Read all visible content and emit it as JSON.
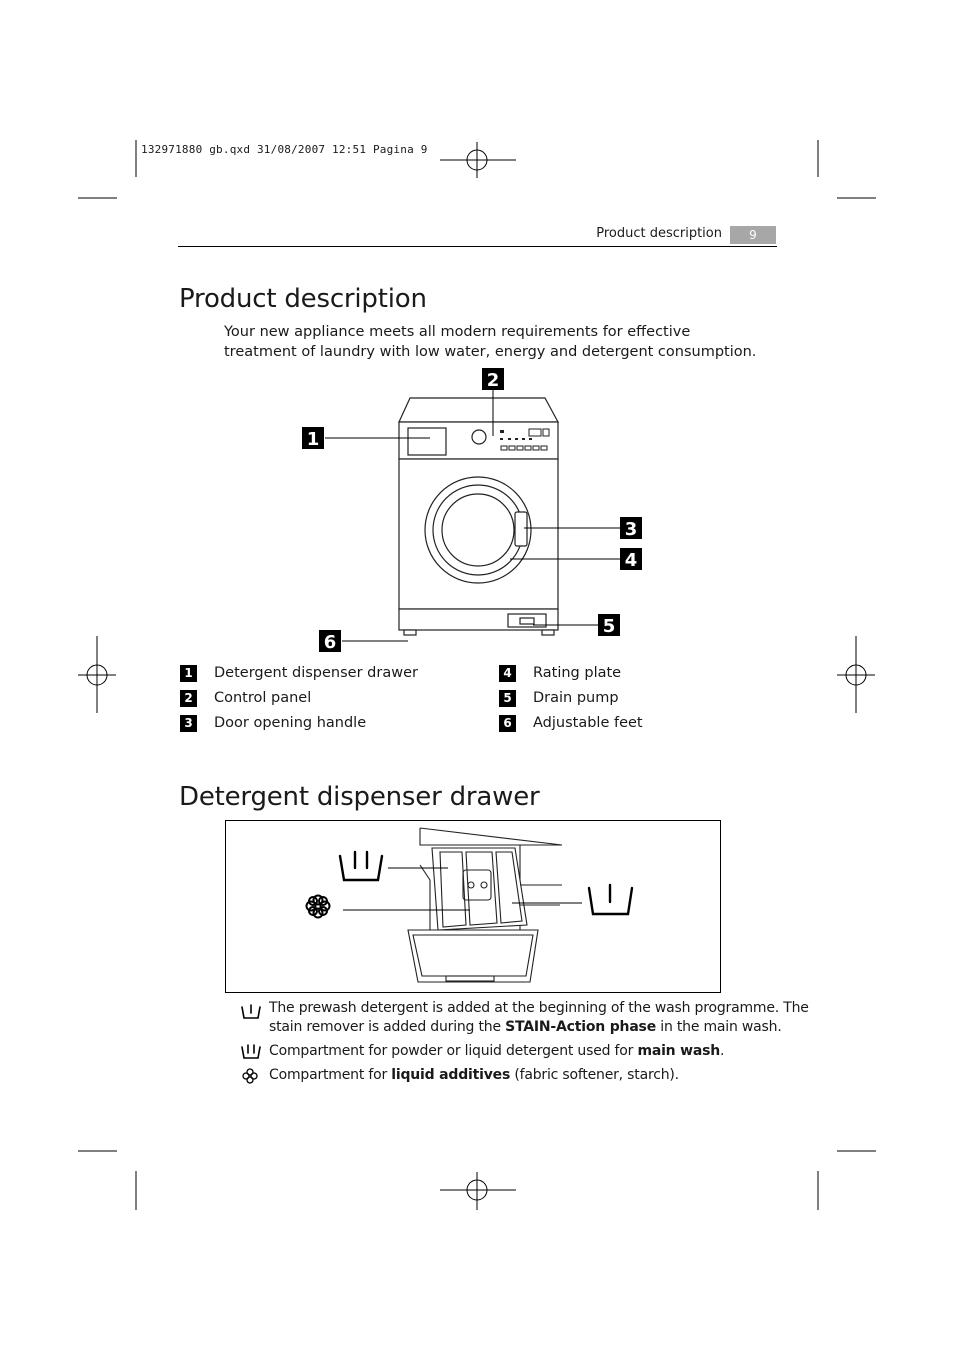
{
  "slug": "132971880 gb.qxd  31/08/2007  12:51  Pagina  9",
  "header": {
    "running_title": "Product description",
    "page_number": "9"
  },
  "section1": {
    "title": "Product description",
    "intro": "Your new appliance meets all modern requirements for effective treatment of laundry with low water, energy and detergent consumption.",
    "callouts": [
      "1",
      "2",
      "3",
      "4",
      "5",
      "6"
    ],
    "legend": [
      {
        "num": "1",
        "label": "Detergent dispenser drawer"
      },
      {
        "num": "2",
        "label": "Control panel"
      },
      {
        "num": "3",
        "label": "Door opening handle"
      },
      {
        "num": "4",
        "label": "Rating plate"
      },
      {
        "num": "5",
        "label": "Drain pump"
      },
      {
        "num": "6",
        "label": "Adjustable feet"
      }
    ]
  },
  "section2": {
    "title": "Detergent dispenser drawer",
    "notes": [
      {
        "icon": "prewash-icon",
        "line1": "The prewash detergent is added at the beginning of the wash programme. The",
        "line2_pre": "stain remover is added during the ",
        "line2_bold": "STAIN-Action phase",
        "line2_post": " in the main wash."
      },
      {
        "icon": "main-wash-icon",
        "pre": "Compartment for powder or liquid detergent used for ",
        "bold": "main wash",
        "post": "."
      },
      {
        "icon": "flower-softener-icon",
        "pre": "Compartment for ",
        "bold": "liquid additives",
        "post": " (fabric softener, starch)."
      }
    ]
  }
}
